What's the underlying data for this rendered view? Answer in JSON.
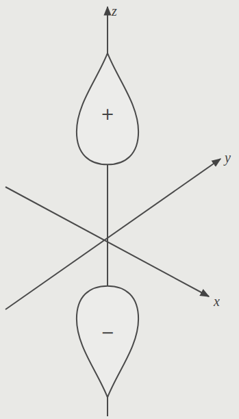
{
  "diagram": {
    "nodes": [
      {
        "text": [
          "+"
        ]
      },
      {
        "text": [
          "−"
        ]
      }
    ],
    "labels": [
      "z",
      "y",
      "x"
    ]
  }
}
